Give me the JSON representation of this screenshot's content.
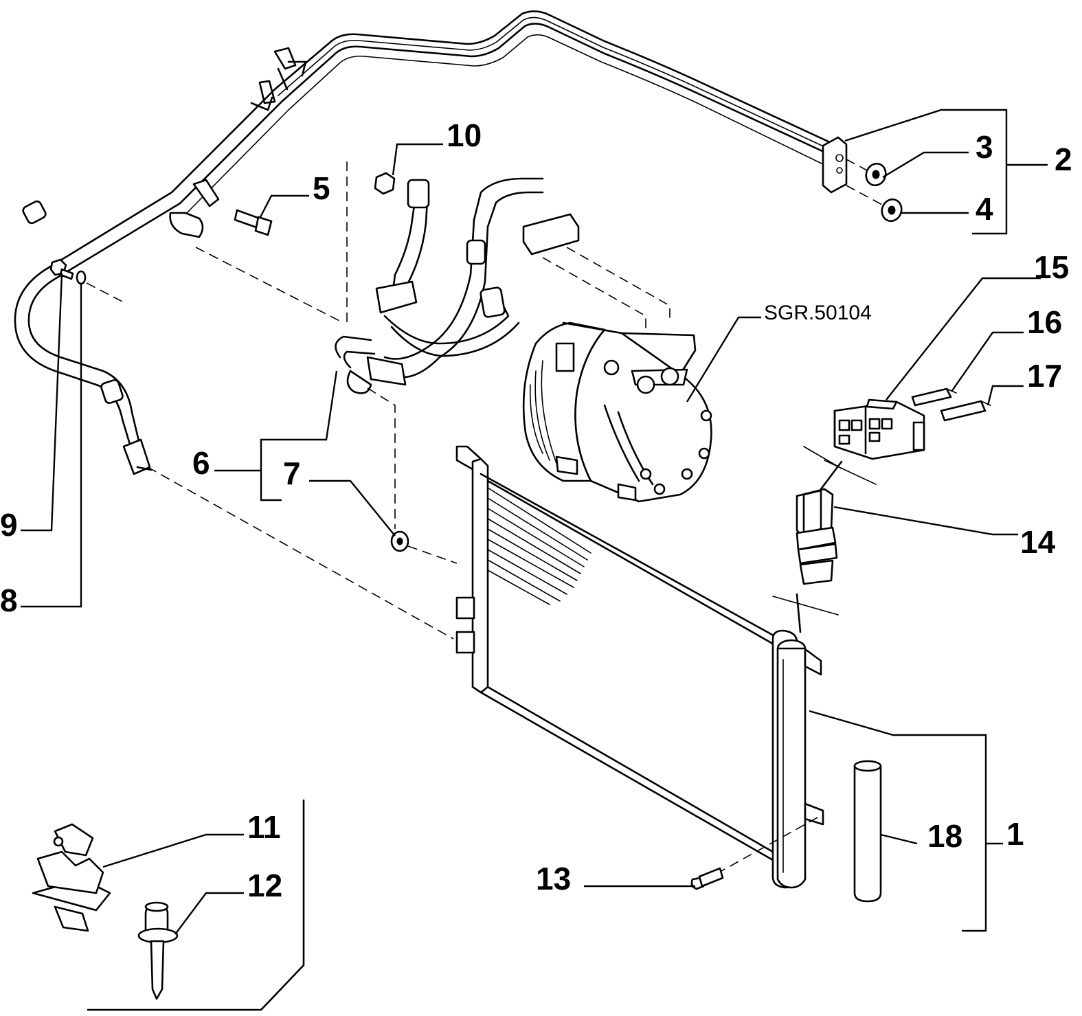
{
  "drawing_ref": "SGR.50104",
  "labels": {
    "p1": "1",
    "p2": "2",
    "p3": "3",
    "p4": "4",
    "p5": "5",
    "p6": "6",
    "p7": "7",
    "p8": "8",
    "p9": "9",
    "p10": "10",
    "p11": "11",
    "p12": "12",
    "p13": "13",
    "p14": "14",
    "p15": "15",
    "p16": "16",
    "p17": "17",
    "p18": "18"
  },
  "colors": {
    "ink": "#000000",
    "paper": "#ffffff"
  }
}
